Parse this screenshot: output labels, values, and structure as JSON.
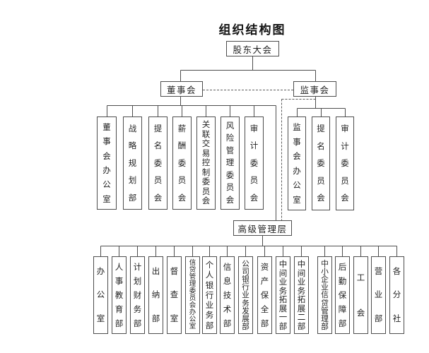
{
  "title": "组织结构图",
  "colors": {
    "line": "#4d4d4d",
    "dashed_line": "#5a5a5a",
    "text": "#1f1f1f",
    "background": "#ffffff"
  },
  "nodes": {
    "shareholders": "股东大会",
    "board": "董事会",
    "supervisory": "监事会",
    "management": "高级管理层"
  },
  "board_committees": [
    "董事会办公室",
    "战略规划部",
    "提名委员会",
    "薪酬委员会",
    "关联交易控制委员会",
    "风险管理委员会",
    "审计委员会"
  ],
  "supervisory_committees": [
    "监事会办公室",
    "提名委员会",
    "审计委员会"
  ],
  "departments": [
    "办公室",
    "人事教育部",
    "计划财务部",
    "出纳部",
    "督查室",
    "信贷管理委员会办公室",
    "个人银行业务部",
    "信息技术部",
    "公司银行业务发展部",
    "资产保全部",
    "中间业务拓展一部",
    "中间业务拓展二部",
    "中小企业信贷管理部",
    "后勤保障部",
    "工会",
    "营业部",
    "各分社"
  ]
}
